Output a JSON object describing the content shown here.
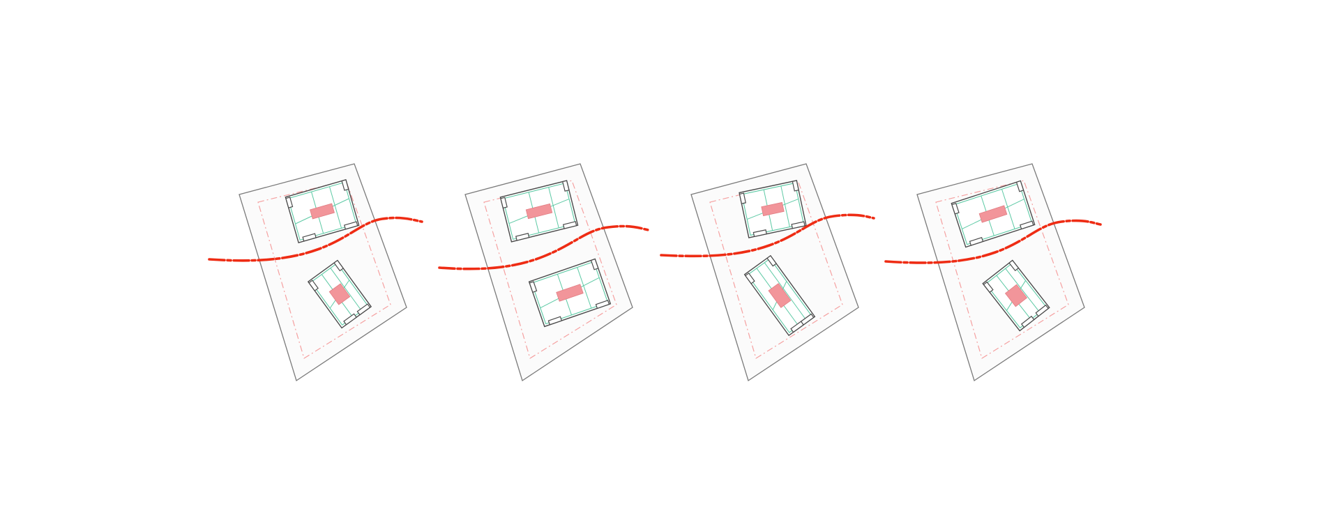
{
  "figure": {
    "panels": [
      {
        "id": "variant-1",
        "building_a": {
          "angle": -16
        },
        "building_b": {
          "angle": -36
        }
      },
      {
        "id": "variant-2",
        "building_a": {
          "angle": -14
        },
        "building_b": {
          "angle": -19
        }
      },
      {
        "id": "variant-3",
        "building_a": {
          "angle": -12
        },
        "building_b": {
          "angle": -36
        }
      },
      {
        "id": "variant-4",
        "building_a": {
          "angle": -18
        },
        "building_b": {
          "angle": -38
        }
      }
    ]
  },
  "colors": {
    "site": "#7a7a7a",
    "setback": "#f5a0a0",
    "building": "#4a4a4a",
    "structure_grid": "#5cc9a4",
    "core": "#f2959a",
    "river": "#ee2c14",
    "background": "#ffffff"
  }
}
